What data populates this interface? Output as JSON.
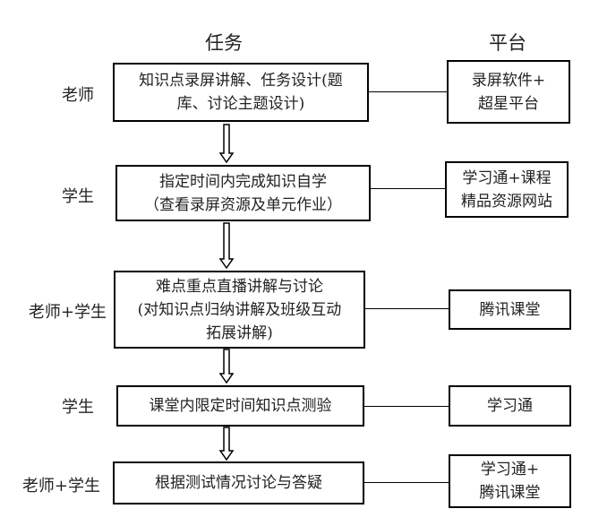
{
  "headers": {
    "task": "任务",
    "platform": "平台"
  },
  "rows": [
    {
      "role": "老师",
      "task_lines": [
        "知识点录屏讲解、任务设计(题",
        "库、讨论主题设计)"
      ],
      "platform_lines": [
        "录屏软件+",
        "超星平台"
      ]
    },
    {
      "role": "学生",
      "task_lines": [
        "指定时间内完成知识自学",
        "（查看录屏资源及单元作业）"
      ],
      "platform_lines": [
        "学习通+课程",
        "精品资源网站"
      ]
    },
    {
      "role": "老师+学生",
      "task_lines": [
        "难点重点直播讲解与讨论",
        "(对知识点归纳讲解及班级互动",
        "拓展讲解)"
      ],
      "platform_lines": [
        "腾讯课堂"
      ]
    },
    {
      "role": "学生",
      "task_lines": [
        "课堂内限定时间知识点测验"
      ],
      "platform_lines": [
        "学习通"
      ]
    },
    {
      "role": "老师+学生",
      "task_lines": [
        "根据测试情况讨论与答疑"
      ],
      "platform_lines": [
        "学习通+",
        "腾讯课堂"
      ]
    }
  ],
  "arrow_icon": "hollow-down-arrow-icon"
}
